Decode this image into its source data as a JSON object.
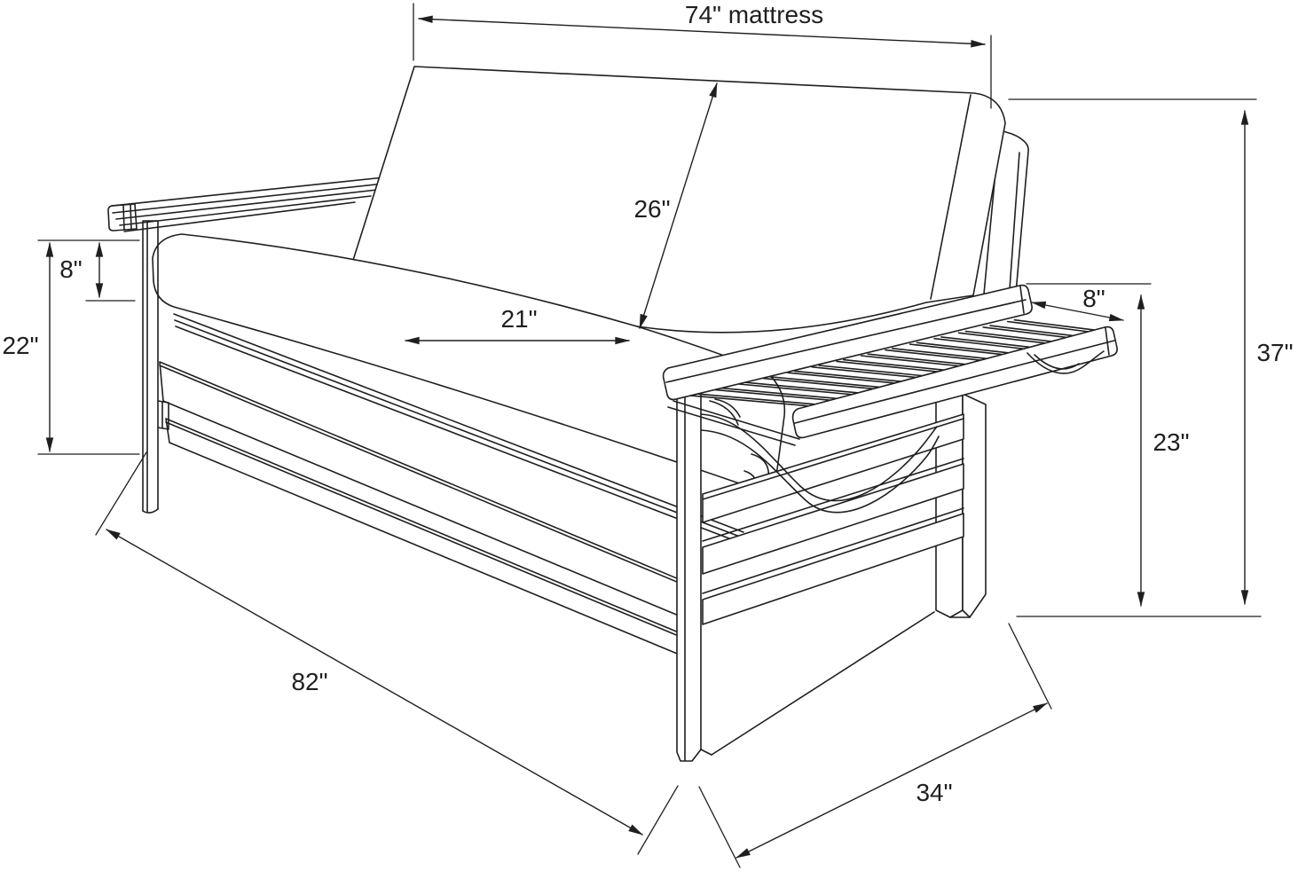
{
  "page": {
    "background": "#ffffff",
    "line_color": "#1f1f1f",
    "subject": "Futon sofa frame technical line drawing with dimension annotations"
  },
  "diagram": {
    "type": "technical-drawing",
    "units": "inches",
    "dimensions": {
      "mattress": {
        "label": "74\" mattress",
        "inches": 74,
        "measures": "mattress width"
      },
      "backrest": {
        "label": "26\"",
        "inches": 26,
        "measures": "backrest cushion height"
      },
      "seat_depth": {
        "label": "21\"",
        "inches": 21,
        "measures": "seat depth"
      },
      "seat_thickness": {
        "label": "8\"",
        "inches": 8,
        "measures": "left side upper offset"
      },
      "left_height": {
        "label": "22\"",
        "inches": 22,
        "measures": "left side height"
      },
      "armrest_width": {
        "label": "8\"",
        "inches": 8,
        "measures": "armrest tray width"
      },
      "armrest_height": {
        "label": "23\"",
        "inches": 23,
        "measures": "armrest height"
      },
      "overall_height": {
        "label": "37\"",
        "inches": 37,
        "measures": "overall height"
      },
      "overall_length": {
        "label": "82\"",
        "inches": 82,
        "measures": "overall length"
      },
      "overall_depth": {
        "label": "34\"",
        "inches": 34,
        "measures": "overall depth"
      }
    }
  }
}
